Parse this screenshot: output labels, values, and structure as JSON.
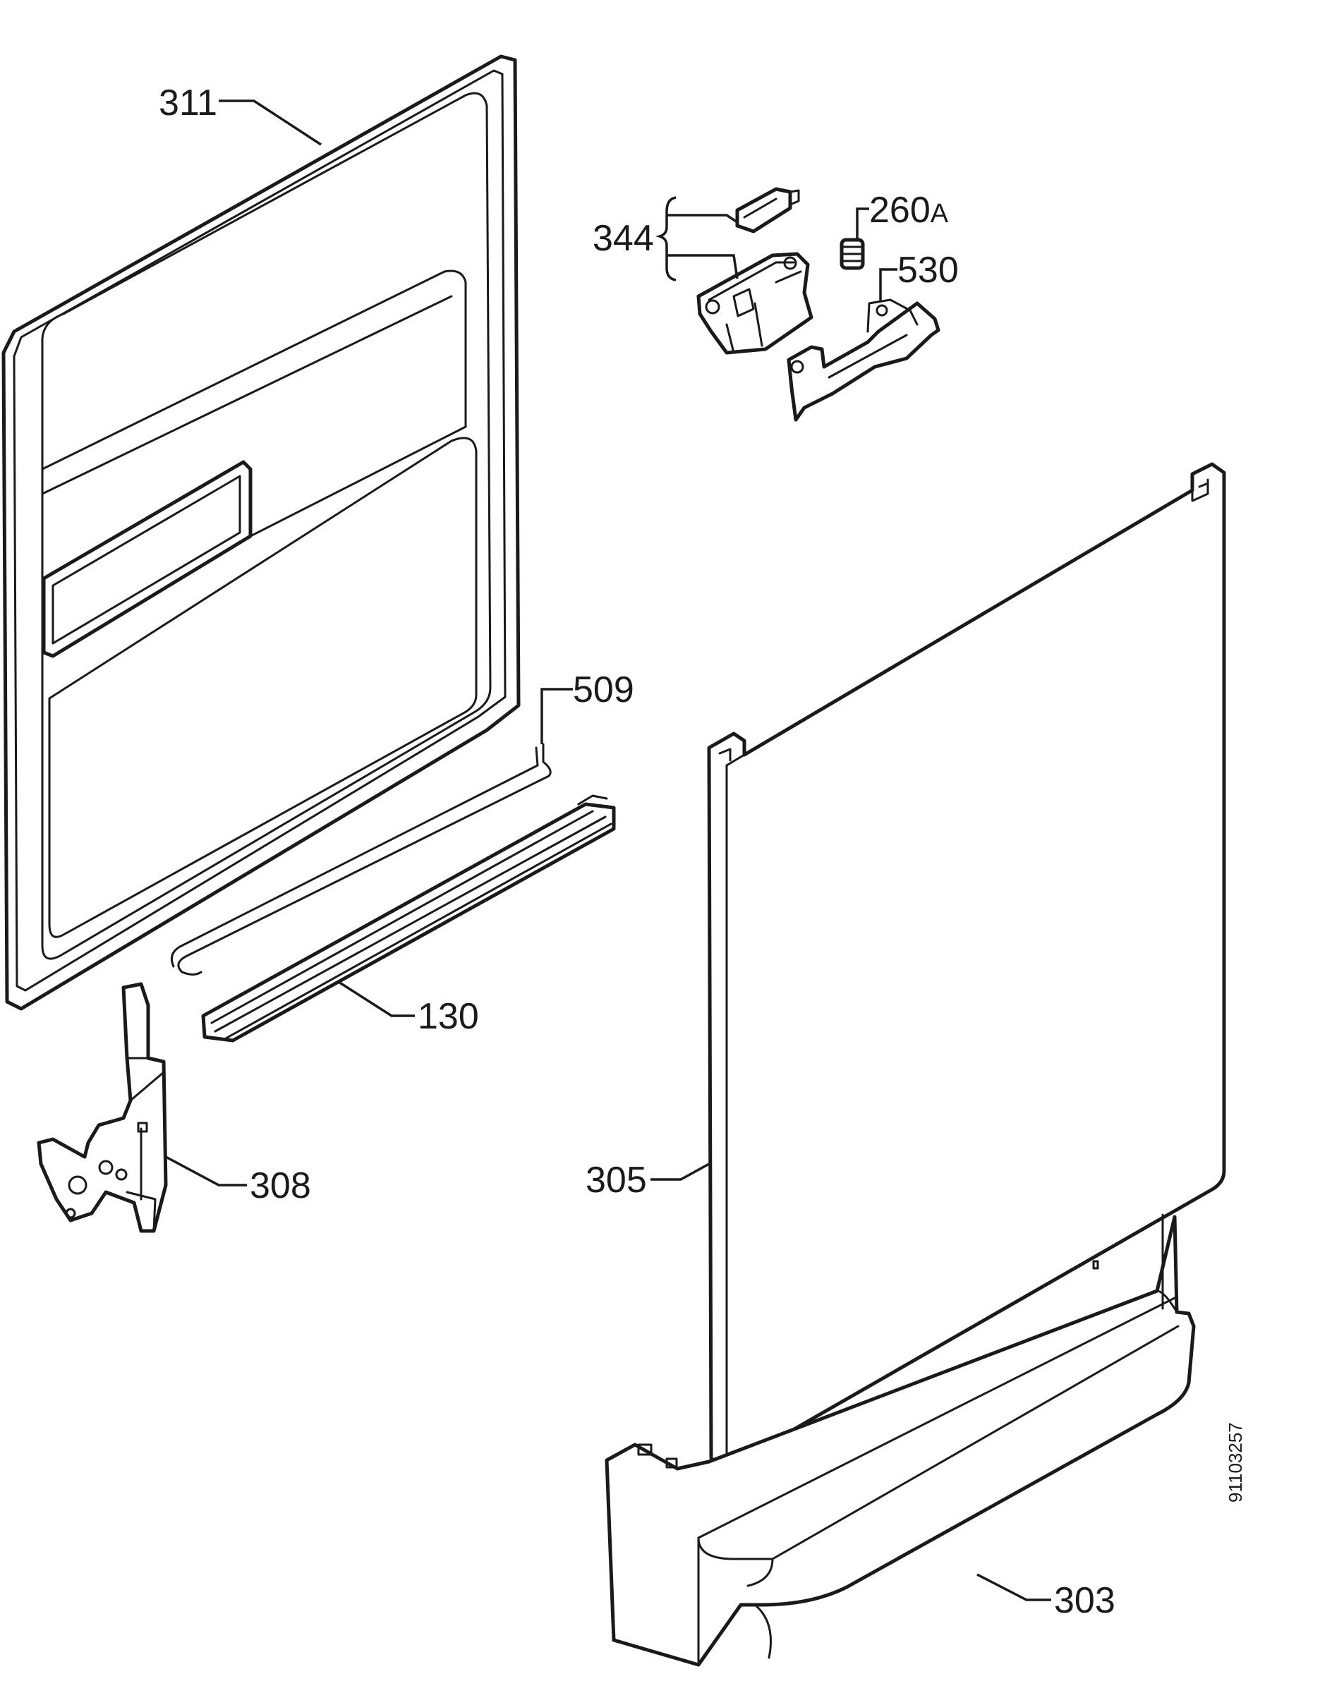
{
  "diagram": {
    "labels": {
      "p311": "311",
      "p344": "344",
      "p260a_num": "260",
      "p260a_suffix": "A",
      "p530": "530",
      "p509": "509",
      "p130": "130",
      "p308": "308",
      "p305": "305",
      "p303": "303"
    },
    "document_number": "91103257"
  }
}
